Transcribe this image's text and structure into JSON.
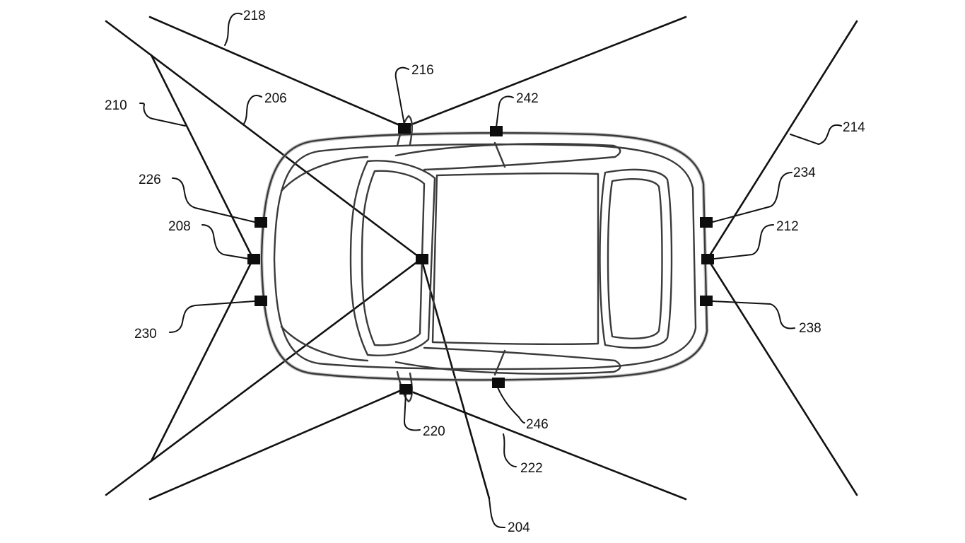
{
  "reference_numerals": {
    "r204": "204",
    "r206": "206",
    "r208": "208",
    "r210": "210",
    "r212": "212",
    "r214": "214",
    "r216": "216",
    "r218": "218",
    "r220": "220",
    "r222": "222",
    "r226": "226",
    "r230": "230",
    "r234": "234",
    "r238": "238",
    "r242": "242",
    "r246": "246"
  }
}
